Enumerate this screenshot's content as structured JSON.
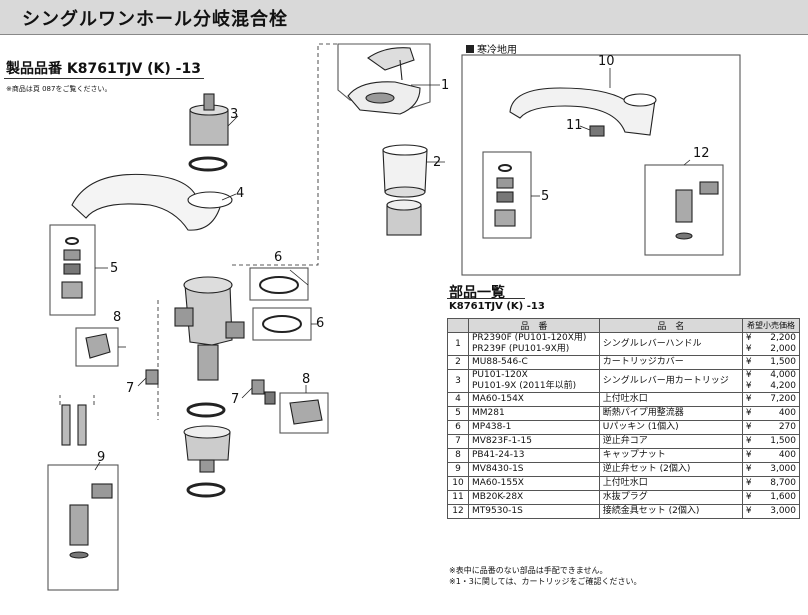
{
  "title": "シングルワンホール分岐混合栓",
  "product": {
    "label": "製品品番",
    "model": "K8761TJV (K) -13"
  },
  "note_top": "※商品は頁 087をご覧ください。",
  "cold_region_label": "寒冷地用",
  "callouts": {
    "c1": "1",
    "c2": "2",
    "c3": "3",
    "c4": "4",
    "c5a": "5",
    "c5b": "5",
    "c6a": "6",
    "c6b": "6",
    "c7a": "7",
    "c7b": "7",
    "c8a": "8",
    "c8b": "8",
    "c9": "9",
    "c10": "10",
    "c11": "11",
    "c12": "12"
  },
  "parts_list": {
    "title": "部品一覧",
    "model": "K8761TJV (K) -13",
    "headers": {
      "part_number": "品　番",
      "name": "品　名",
      "price": "希望小売価格"
    },
    "currency": "¥",
    "rows": [
      {
        "no": "1",
        "part": "PR2390F (PU101-120X用)",
        "part2": "PR239F (PU101-9X用)",
        "name": "シングルレバーハンドル",
        "price": "2,200",
        "price2": "2,000"
      },
      {
        "no": "2",
        "part": "MU88-546-C",
        "name": "カートリッジカバー",
        "price": "1,500"
      },
      {
        "no": "3",
        "part": "PU101-120X",
        "part2": "PU101-9X (2011年以前)",
        "name": "シングルレバー用カートリッジ",
        "price": "4,000",
        "price2": "4,200"
      },
      {
        "no": "4",
        "part": "MA60-154X",
        "name": "上付吐水口",
        "price": "7,200"
      },
      {
        "no": "5",
        "part": "MM281",
        "name": "断熱パイプ用整流器",
        "price": "400"
      },
      {
        "no": "6",
        "part": "MP438-1",
        "name": "Uパッキン (1個入)",
        "price": "270"
      },
      {
        "no": "7",
        "part": "MV823F-1-15",
        "name": "逆止弁コア",
        "price": "1,500"
      },
      {
        "no": "8",
        "part": "PB41-24-13",
        "name": "キャップナット",
        "price": "400"
      },
      {
        "no": "9",
        "part": "MV8430-1S",
        "name": "逆止弁セット (2個入)",
        "price": "3,000"
      },
      {
        "no": "10",
        "part": "MA60-155X",
        "name": "上付吐水口",
        "price": "8,700"
      },
      {
        "no": "11",
        "part": "MB20K-28X",
        "name": "水抜プラグ",
        "price": "1,600"
      },
      {
        "no": "12",
        "part": "MT9530-1S",
        "name": "接続金具セット (2個入)",
        "price": "3,000"
      }
    ]
  },
  "footnotes": {
    "n1": "※表中に品番のない部品は手配できません。",
    "n2": "※1・3に関しては、カートリッジをご確認ください。"
  }
}
